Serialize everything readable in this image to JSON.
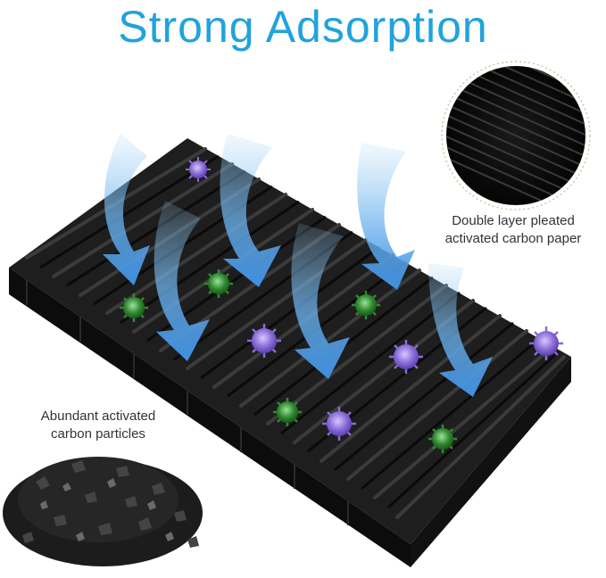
{
  "title": "Strong Adsorption",
  "captions": {
    "paper_line1": "Double layer pleated",
    "paper_line2": "activated carbon paper",
    "particles_line1": "Abundant activated",
    "particles_line2": "carbon particles"
  },
  "colors": {
    "title": "#21a3dc",
    "arrow": "#3d8fe0",
    "virus_purple": "#8a6ad6",
    "virus_green": "#2f8a2f",
    "carbon": "#151515"
  },
  "icons": {
    "arrow": "down-curved-arrow",
    "virus": "virus-icon",
    "bacteria": "bacteria-icon"
  }
}
